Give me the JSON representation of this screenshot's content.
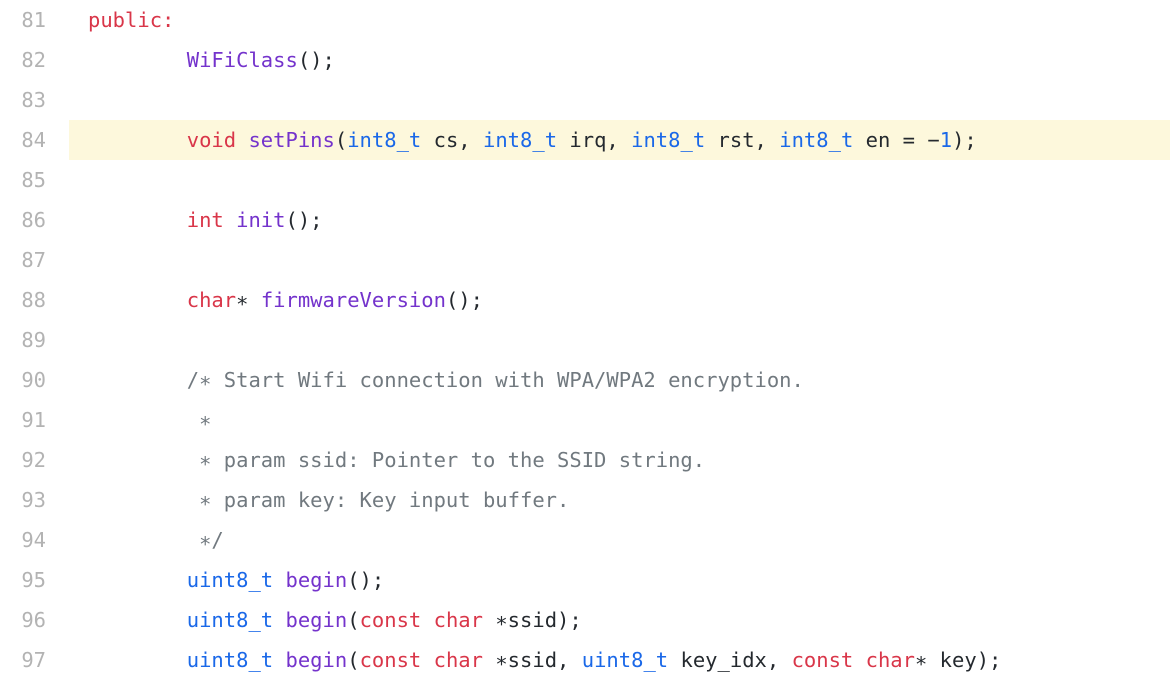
{
  "editor": {
    "name": "code-viewer",
    "language": "cpp",
    "first_line_number": 81,
    "last_line_number": 97,
    "highlighted_line": 84,
    "colors": {
      "background": "#ffffff",
      "highlight_background": "#fdf8dc",
      "line_number": "#b3b3b3",
      "plain_text": "#24292e",
      "keyword": "#d93649",
      "type": "#1a68e8",
      "function": "#7433cc",
      "number": "#1a68e8",
      "comment": "#71797f"
    }
  },
  "lines": [
    {
      "number": "81",
      "highlighted": false,
      "text": "public:",
      "tokens": [
        {
          "t": "public:",
          "c": "keyword"
        }
      ]
    },
    {
      "number": "82",
      "highlighted": false,
      "text": "        WiFiClass();",
      "tokens": [
        {
          "t": "        ",
          "c": "plain"
        },
        {
          "t": "WiFiClass",
          "c": "func"
        },
        {
          "t": "();",
          "c": "punct"
        }
      ]
    },
    {
      "number": "83",
      "highlighted": false,
      "text": "",
      "tokens": []
    },
    {
      "number": "84",
      "highlighted": true,
      "text": "        void setPins(int8_t cs, int8_t irq, int8_t rst, int8_t en = -1);",
      "tokens": [
        {
          "t": "        ",
          "c": "plain"
        },
        {
          "t": "void",
          "c": "keyword"
        },
        {
          "t": " ",
          "c": "plain"
        },
        {
          "t": "setPins",
          "c": "func"
        },
        {
          "t": "(",
          "c": "punct"
        },
        {
          "t": "int8_t",
          "c": "type"
        },
        {
          "t": " cs, ",
          "c": "plain"
        },
        {
          "t": "int8_t",
          "c": "type"
        },
        {
          "t": " irq, ",
          "c": "plain"
        },
        {
          "t": "int8_t",
          "c": "type"
        },
        {
          "t": " rst, ",
          "c": "plain"
        },
        {
          "t": "int8_t",
          "c": "type"
        },
        {
          "t": " en = −",
          "c": "plain"
        },
        {
          "t": "1",
          "c": "number"
        },
        {
          "t": ");",
          "c": "punct"
        }
      ]
    },
    {
      "number": "85",
      "highlighted": false,
      "text": "",
      "tokens": []
    },
    {
      "number": "86",
      "highlighted": false,
      "text": "        int init();",
      "tokens": [
        {
          "t": "        ",
          "c": "plain"
        },
        {
          "t": "int",
          "c": "keyword"
        },
        {
          "t": " ",
          "c": "plain"
        },
        {
          "t": "init",
          "c": "func"
        },
        {
          "t": "();",
          "c": "punct"
        }
      ]
    },
    {
      "number": "87",
      "highlighted": false,
      "text": "",
      "tokens": []
    },
    {
      "number": "88",
      "highlighted": false,
      "text": "        char* firmwareVersion();",
      "tokens": [
        {
          "t": "        ",
          "c": "plain"
        },
        {
          "t": "char",
          "c": "keyword"
        },
        {
          "t": "∗ ",
          "c": "plain"
        },
        {
          "t": "firmwareVersion",
          "c": "func"
        },
        {
          "t": "();",
          "c": "punct"
        }
      ]
    },
    {
      "number": "89",
      "highlighted": false,
      "text": "",
      "tokens": []
    },
    {
      "number": "90",
      "highlighted": false,
      "text": "        /* Start Wifi connection with WPA/WPA2 encryption.",
      "tokens": [
        {
          "t": "        ",
          "c": "plain"
        },
        {
          "t": "/∗ Start Wifi connection with WPA/WPA2 encryption.",
          "c": "comment"
        }
      ]
    },
    {
      "number": "91",
      "highlighted": false,
      "text": "         *",
      "tokens": [
        {
          "t": "         ",
          "c": "plain"
        },
        {
          "t": "∗",
          "c": "comment"
        }
      ]
    },
    {
      "number": "92",
      "highlighted": false,
      "text": "         * param ssid: Pointer to the SSID string.",
      "tokens": [
        {
          "t": "         ",
          "c": "plain"
        },
        {
          "t": "∗ param ssid: Pointer to the SSID string.",
          "c": "comment"
        }
      ]
    },
    {
      "number": "93",
      "highlighted": false,
      "text": "         * param key: Key input buffer.",
      "tokens": [
        {
          "t": "         ",
          "c": "plain"
        },
        {
          "t": "∗ param key: Key input buffer.",
          "c": "comment"
        }
      ]
    },
    {
      "number": "94",
      "highlighted": false,
      "text": "         */",
      "tokens": [
        {
          "t": "         ",
          "c": "plain"
        },
        {
          "t": "∗/",
          "c": "comment"
        }
      ]
    },
    {
      "number": "95",
      "highlighted": false,
      "text": "        uint8_t begin();",
      "tokens": [
        {
          "t": "        ",
          "c": "plain"
        },
        {
          "t": "uint8_t",
          "c": "type"
        },
        {
          "t": " ",
          "c": "plain"
        },
        {
          "t": "begin",
          "c": "func"
        },
        {
          "t": "();",
          "c": "punct"
        }
      ]
    },
    {
      "number": "96",
      "highlighted": false,
      "text": "        uint8_t begin(const char *ssid);",
      "tokens": [
        {
          "t": "        ",
          "c": "plain"
        },
        {
          "t": "uint8_t",
          "c": "type"
        },
        {
          "t": " ",
          "c": "plain"
        },
        {
          "t": "begin",
          "c": "func"
        },
        {
          "t": "(",
          "c": "punct"
        },
        {
          "t": "const char",
          "c": "keyword"
        },
        {
          "t": " ∗ssid",
          "c": "plain"
        },
        {
          "t": ");",
          "c": "punct"
        }
      ]
    },
    {
      "number": "97",
      "highlighted": false,
      "text": "        uint8_t begin(const char *ssid, uint8_t key_idx, const char* key);",
      "tokens": [
        {
          "t": "        ",
          "c": "plain"
        },
        {
          "t": "uint8_t",
          "c": "type"
        },
        {
          "t": " ",
          "c": "plain"
        },
        {
          "t": "begin",
          "c": "func"
        },
        {
          "t": "(",
          "c": "punct"
        },
        {
          "t": "const char",
          "c": "keyword"
        },
        {
          "t": " ∗ssid, ",
          "c": "plain"
        },
        {
          "t": "uint8_t",
          "c": "type"
        },
        {
          "t": " key_idx, ",
          "c": "plain"
        },
        {
          "t": "const char",
          "c": "keyword"
        },
        {
          "t": "∗ key",
          "c": "plain"
        },
        {
          "t": ");",
          "c": "punct"
        }
      ]
    }
  ]
}
